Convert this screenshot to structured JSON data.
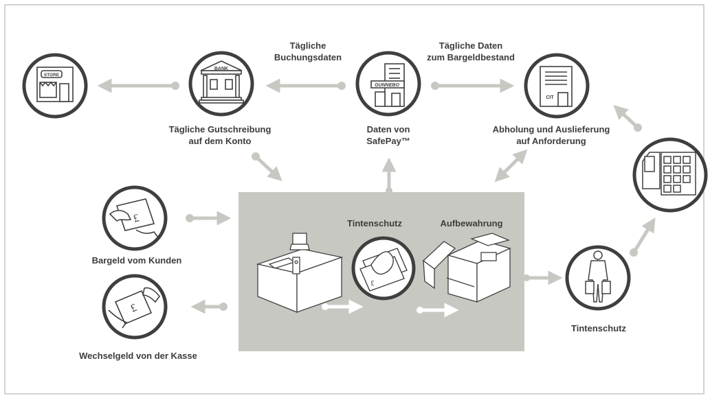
{
  "labels": {
    "daily_booking_data": [
      "Tägliche",
      "Buchungsdaten"
    ],
    "daily_cash_data": [
      "Tägliche Daten",
      "zum Bargeldbestand"
    ],
    "daily_credit": [
      "Tägliche Gutschreibung",
      "auf dem Konto"
    ],
    "safepay_data": [
      "Daten von",
      "SafePay™"
    ],
    "pickup_delivery": [
      "Abholung und Auslieferung",
      "auf Anforderung"
    ],
    "cash_from_customer": "Bargeld vom Kunden",
    "change_from_register": "Wechselgeld von der Kasse",
    "ink_protection_box": "Tintenschutz",
    "storage": "Aufbewahrung",
    "ink_protection_transport": "Tintenschutz"
  },
  "icon_text": {
    "store_sign": "STORE",
    "bank_sign": "BANK",
    "gunnebo_sign": "GUNNEBO",
    "cit_sign": "CIT"
  },
  "colors": {
    "circle_stroke": "#3f3f3f",
    "arrow": "#c8c8c3",
    "panel": "#c8c8c3",
    "text": "#3c3c3c"
  }
}
